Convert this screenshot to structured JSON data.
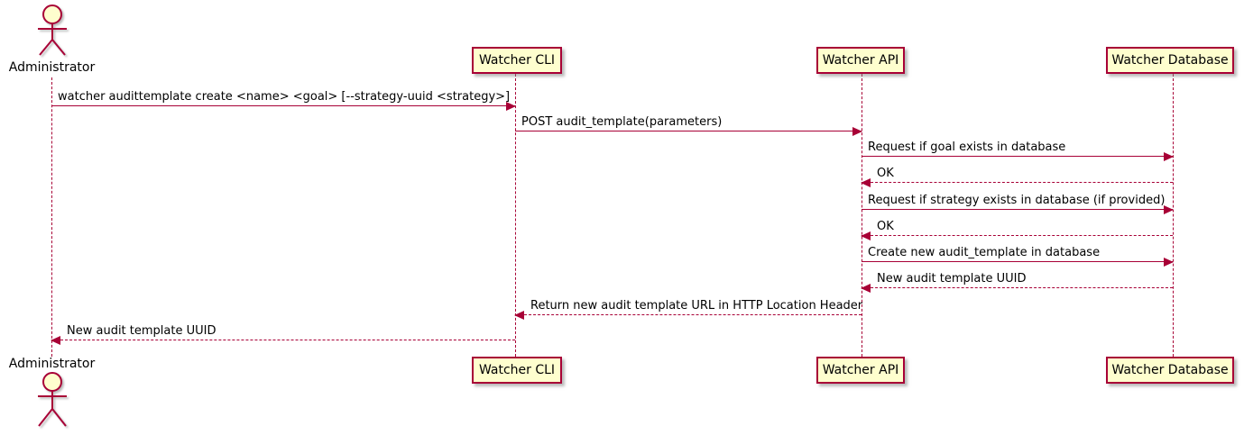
{
  "diagram_type": "uml-sequence-diagram",
  "colors": {
    "participant_fill": "#FEFECE",
    "participant_border": "#A80036",
    "arrow": "#A80036",
    "lifeline": "#A80036",
    "text": "#000000",
    "background": "#FFFFFF"
  },
  "actor": {
    "name": "Administrator"
  },
  "participants": [
    {
      "label": "Watcher CLI"
    },
    {
      "label": "Watcher API"
    },
    {
      "label": "Watcher Database"
    }
  ],
  "messages": [
    {
      "from": "Administrator",
      "to": "Watcher CLI",
      "style": "solid",
      "text": "watcher audittemplate create <name> <goal> [--strategy-uuid <strategy>]"
    },
    {
      "from": "Watcher CLI",
      "to": "Watcher API",
      "style": "solid",
      "text": "POST audit_template(parameters)"
    },
    {
      "from": "Watcher API",
      "to": "Watcher Database",
      "style": "solid",
      "text": "Request if goal exists in database"
    },
    {
      "from": "Watcher Database",
      "to": "Watcher API",
      "style": "dashed",
      "text": "OK"
    },
    {
      "from": "Watcher API",
      "to": "Watcher Database",
      "style": "solid",
      "text": "Request if strategy exists in database (if provided)"
    },
    {
      "from": "Watcher Database",
      "to": "Watcher API",
      "style": "dashed",
      "text": "OK"
    },
    {
      "from": "Watcher API",
      "to": "Watcher Database",
      "style": "solid",
      "text": "Create new audit_template in database"
    },
    {
      "from": "Watcher Database",
      "to": "Watcher API",
      "style": "dashed",
      "text": "New audit template UUID"
    },
    {
      "from": "Watcher API",
      "to": "Watcher CLI",
      "style": "dashed",
      "text": "Return new audit template URL in HTTP Location Header"
    },
    {
      "from": "Watcher CLI",
      "to": "Administrator",
      "style": "dashed",
      "text": "New audit template UUID"
    }
  ]
}
